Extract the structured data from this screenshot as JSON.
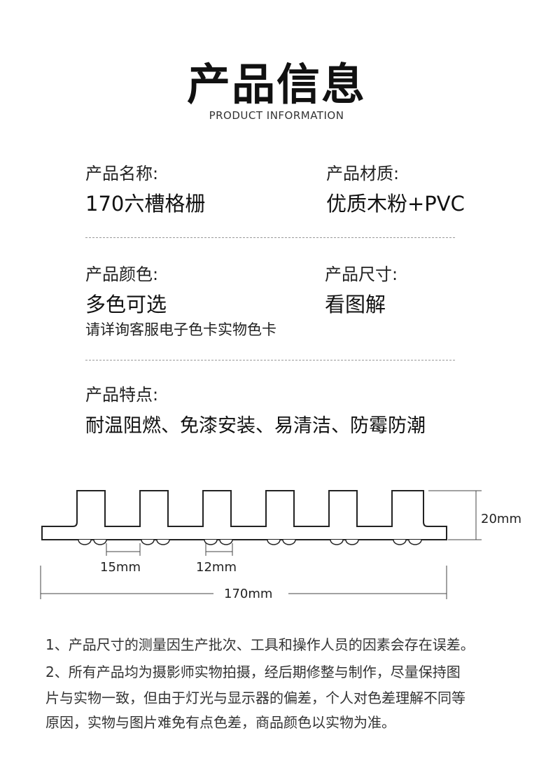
{
  "header": {
    "title": "产品信息",
    "subtitle": "PRODUCT INFORMATION"
  },
  "info": {
    "name_label": "产品名称:",
    "name_value": "170六槽格栅",
    "material_label": "产品材质:",
    "material_value": "优质木粉+PVC",
    "color_label": "产品颜色:",
    "color_value": "多色可选",
    "color_note": "请详询客服电子色卡实物色卡",
    "size_label": "产品尺寸:",
    "size_value": "看图解",
    "feature_label": "产品特点:",
    "feature_value": "耐温阻燃、免漆安装、易清洁、防霉防潮"
  },
  "diagram": {
    "height_label": "20mm",
    "groove_label": "15mm",
    "rib_label": "12mm",
    "width_label": "170mm"
  },
  "notes": {
    "line1": "1、产品尺寸的测量因生产批次、工具和操作人员的因素会存在误差。",
    "line2": "2、所有产品均为摄影师实物拍摄，经后期修整与制作，尽量保持图",
    "line3": "片与实物一致，但由于灯光与显示器的偏差，个人对色差理解不同等",
    "line4": "原因，实物与图片难免有点色差，商品颜色以实物为准。"
  }
}
